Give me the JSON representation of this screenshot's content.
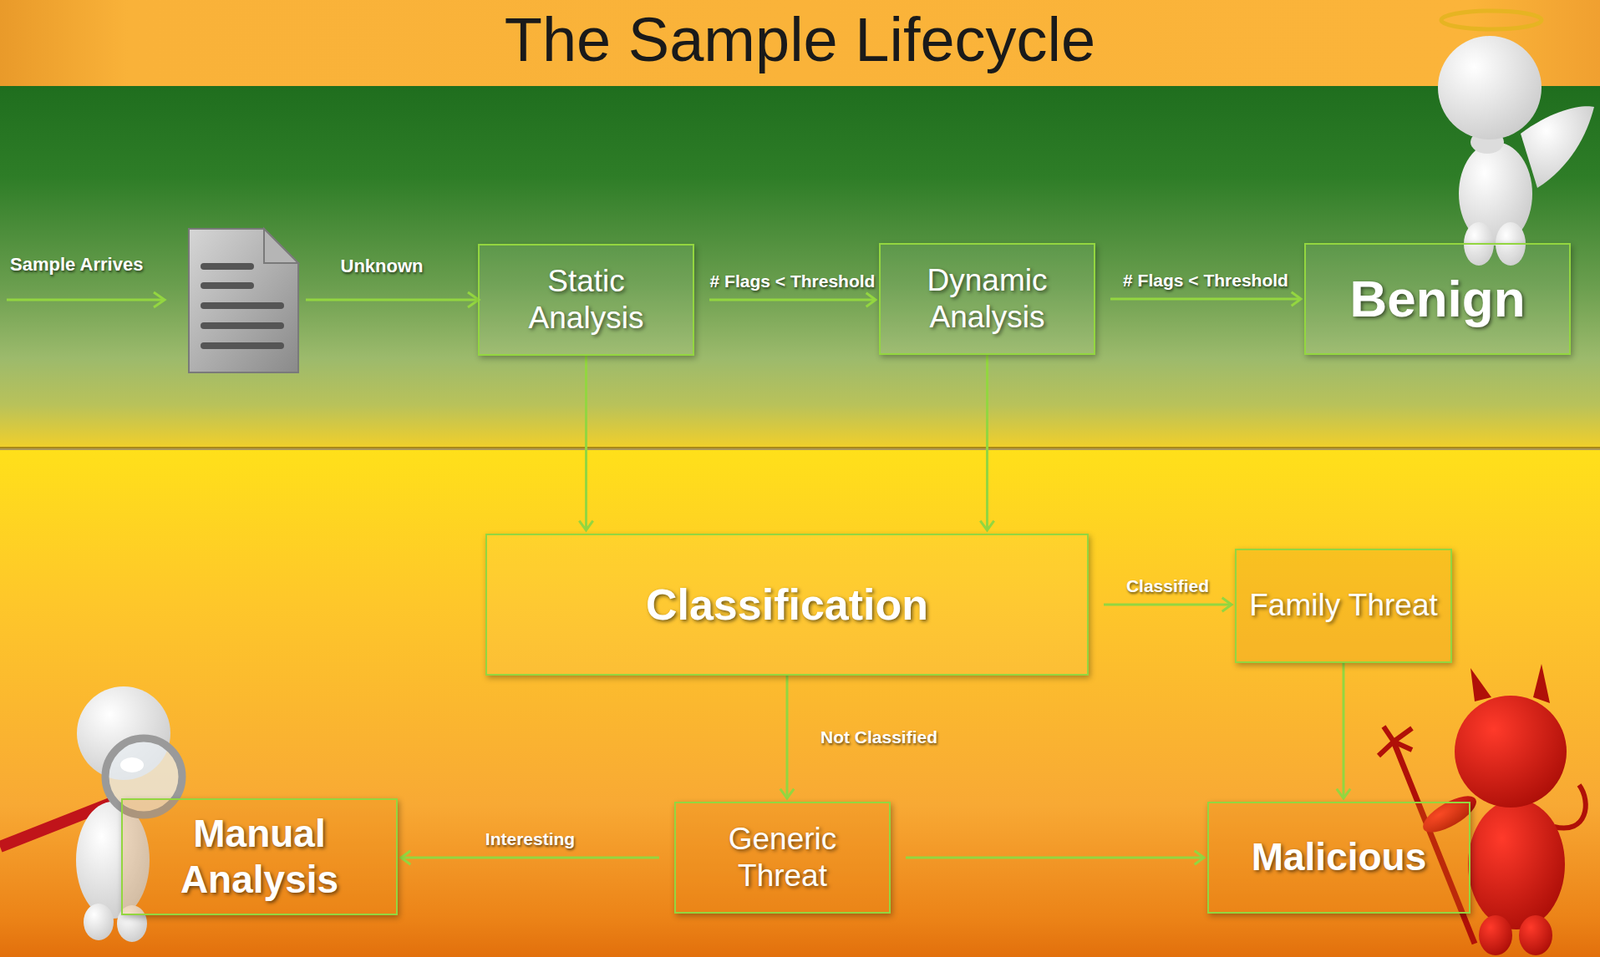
{
  "diagram": {
    "title": "The Sample Lifecycle",
    "nodes": [
      {
        "text": [
          "Static Analysis"
        ]
      },
      {
        "text": [
          "Dynamic Analysis"
        ]
      },
      {
        "text": [
          "Benign"
        ]
      },
      {
        "text": [
          "Classification"
        ]
      },
      {
        "text": [
          "Family Threat"
        ]
      },
      {
        "text": [
          "Manual Analysis"
        ]
      },
      {
        "text": [
          "Generic Threat"
        ]
      },
      {
        "text": [
          "Malicious"
        ]
      }
    ],
    "edges": [
      {
        "from": 0,
        "to": 1,
        "label": "# Flags < Threshold",
        "arrow": "to"
      },
      {
        "from": 1,
        "to": 2,
        "label": "# Flags < Threshold",
        "arrow": "to"
      },
      {
        "from": 0,
        "to": 3,
        "arrow": "to"
      },
      {
        "from": 1,
        "to": 3,
        "arrow": "to"
      },
      {
        "from": 3,
        "to": 4,
        "label": "Classified",
        "arrow": "to"
      },
      {
        "from": 3,
        "to": 6,
        "label": "Not Classified",
        "arrow": "to"
      },
      {
        "from": 6,
        "to": 5,
        "label": "Interesting",
        "arrow": "to"
      },
      {
        "from": 6,
        "to": 7,
        "arrow": "to"
      },
      {
        "from": 4,
        "to": 7,
        "arrow": "to"
      }
    ],
    "labels": [
      "Sample Arrives",
      "Unknown"
    ]
  }
}
